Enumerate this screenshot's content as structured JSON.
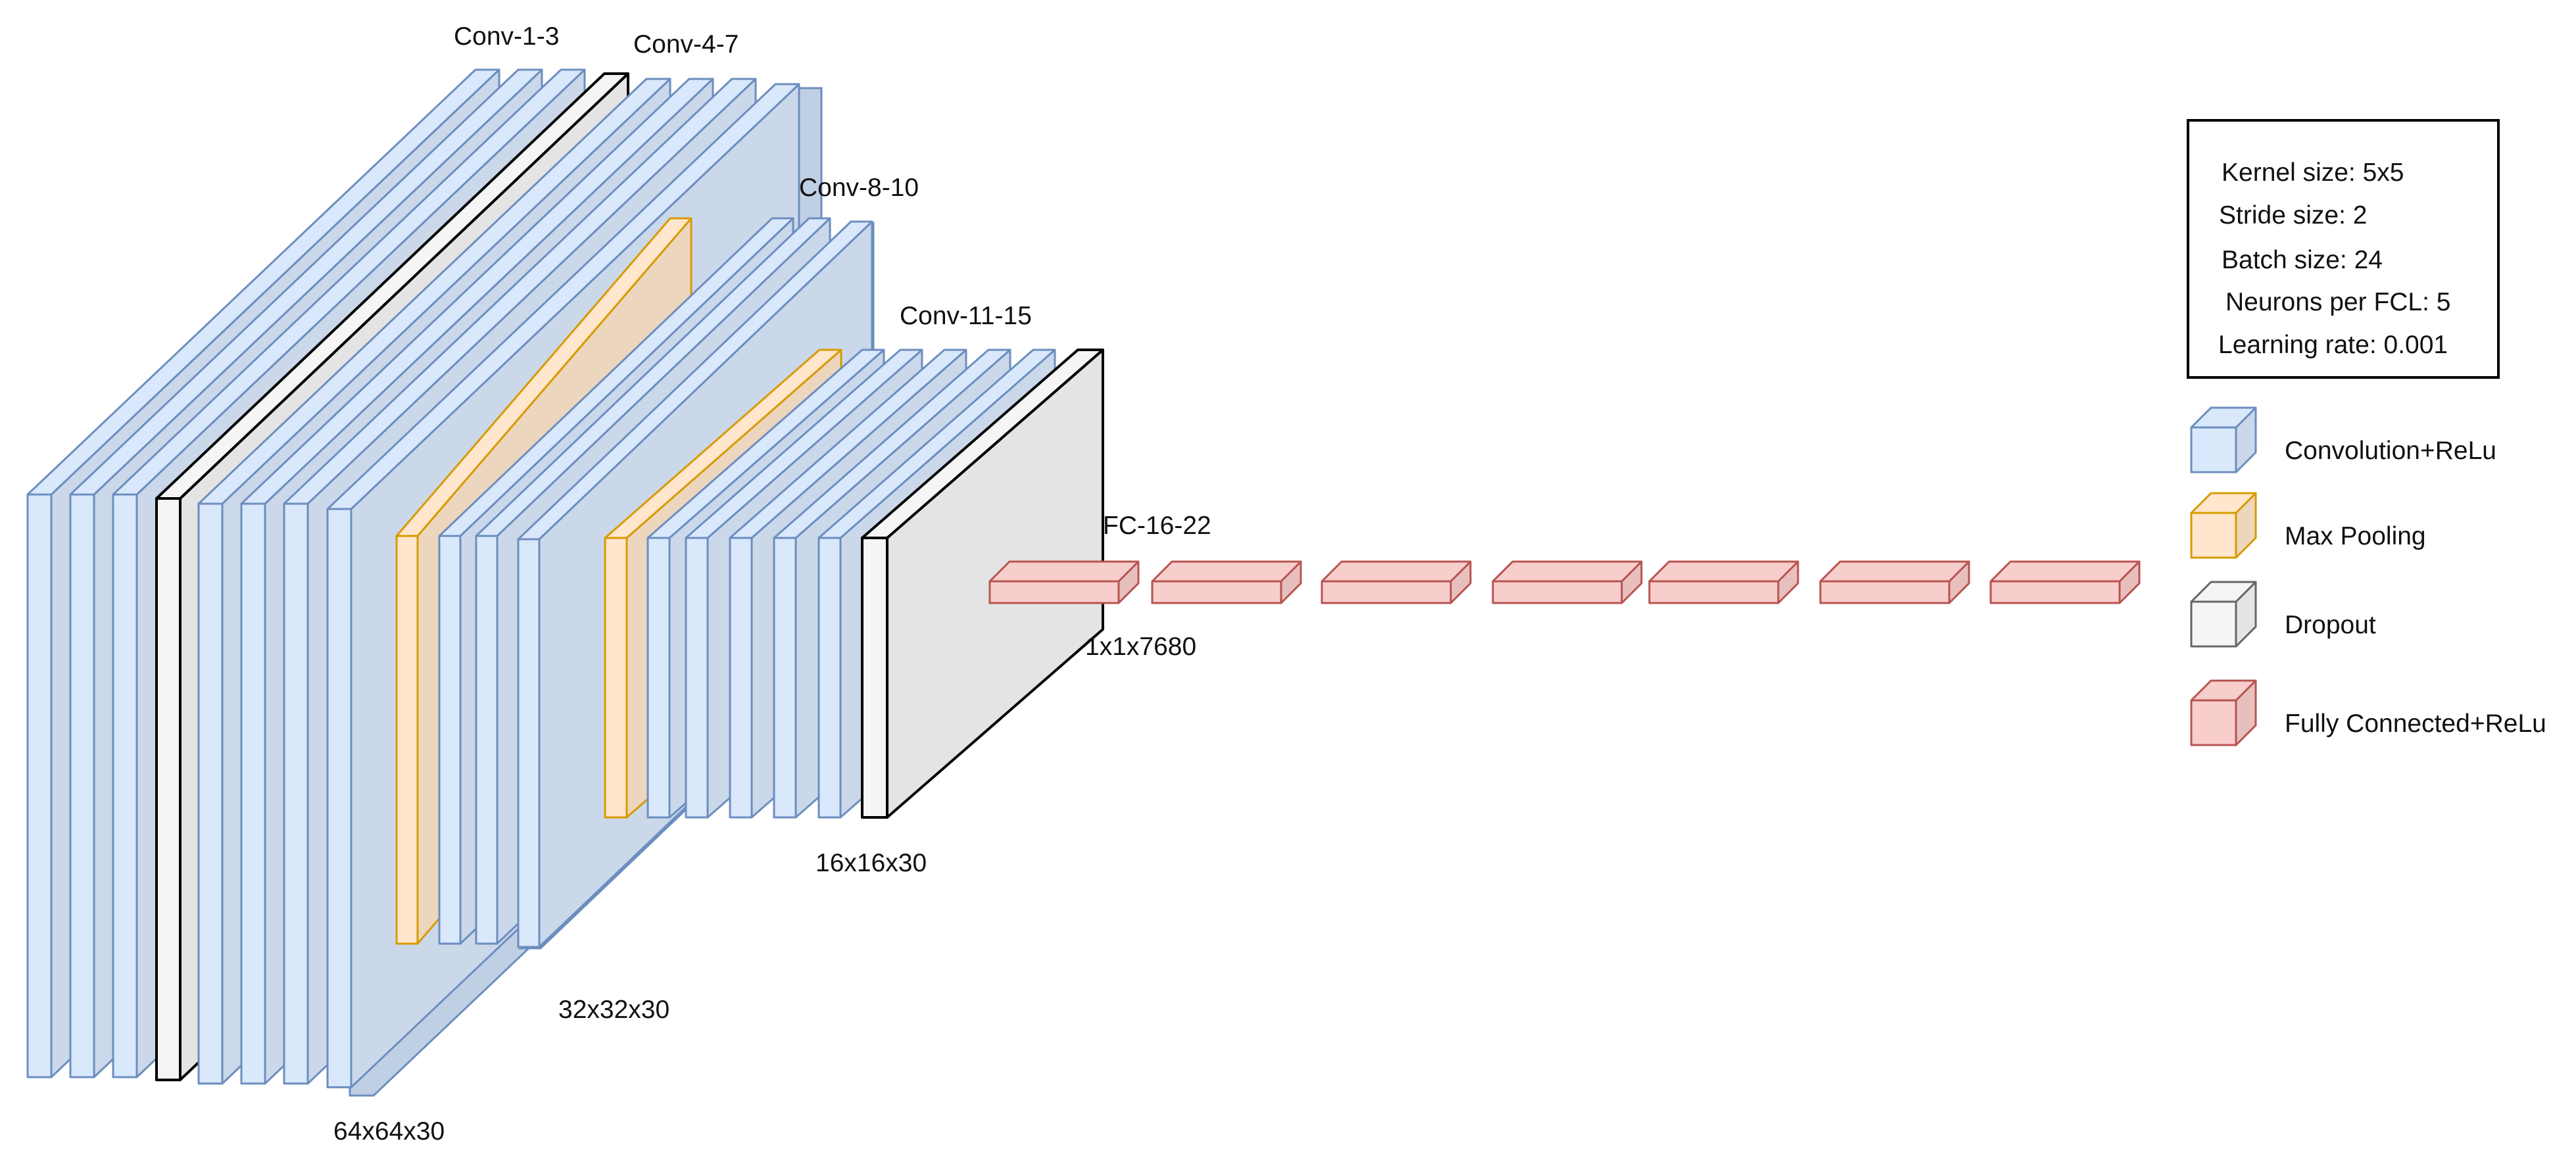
{
  "colors": {
    "conv_fill": "#dae8fc",
    "conv_stroke": "#6c8ebf",
    "pool_fill": "#ffe6cc",
    "pool_stroke": "#d79b00",
    "drop_fill": "#f5f5f5",
    "drop_stroke": "#666666",
    "fc_fill": "#f8cecc",
    "fc_stroke": "#b85450",
    "dropout_big_stroke": "#000000",
    "shadow_fill": "#c0d0e4"
  },
  "labels": {
    "conv_1_3": "Conv-1-3",
    "conv_4_7": "Conv-4-7",
    "conv_8_10": "Conv-8-10",
    "conv_11_15": "Conv-11-15",
    "fc_16_22": "FC-16-22",
    "dim_64": "64x64x30",
    "dim_32": "32x32x30",
    "dim_16": "16x16x30",
    "dim_fc": "1x1x7680"
  },
  "params": [
    "Kernel size: 5x5",
    "Stride size: 2",
    "Batch size: 24",
    "Neurons per FCL: 5",
    "Learning rate: 0.001"
  ],
  "legend": [
    {
      "label": "Convolution+ReLu",
      "kind": "conv",
      "icon": "blue-cube-icon"
    },
    {
      "label": "Max Pooling",
      "kind": "pool",
      "icon": "orange-cube-icon"
    },
    {
      "label": "Dropout",
      "kind": "drop",
      "icon": "gray-cube-icon"
    },
    {
      "label": "Fully Connected+ReLu",
      "kind": "fc",
      "icon": "red-cube-icon"
    }
  ]
}
